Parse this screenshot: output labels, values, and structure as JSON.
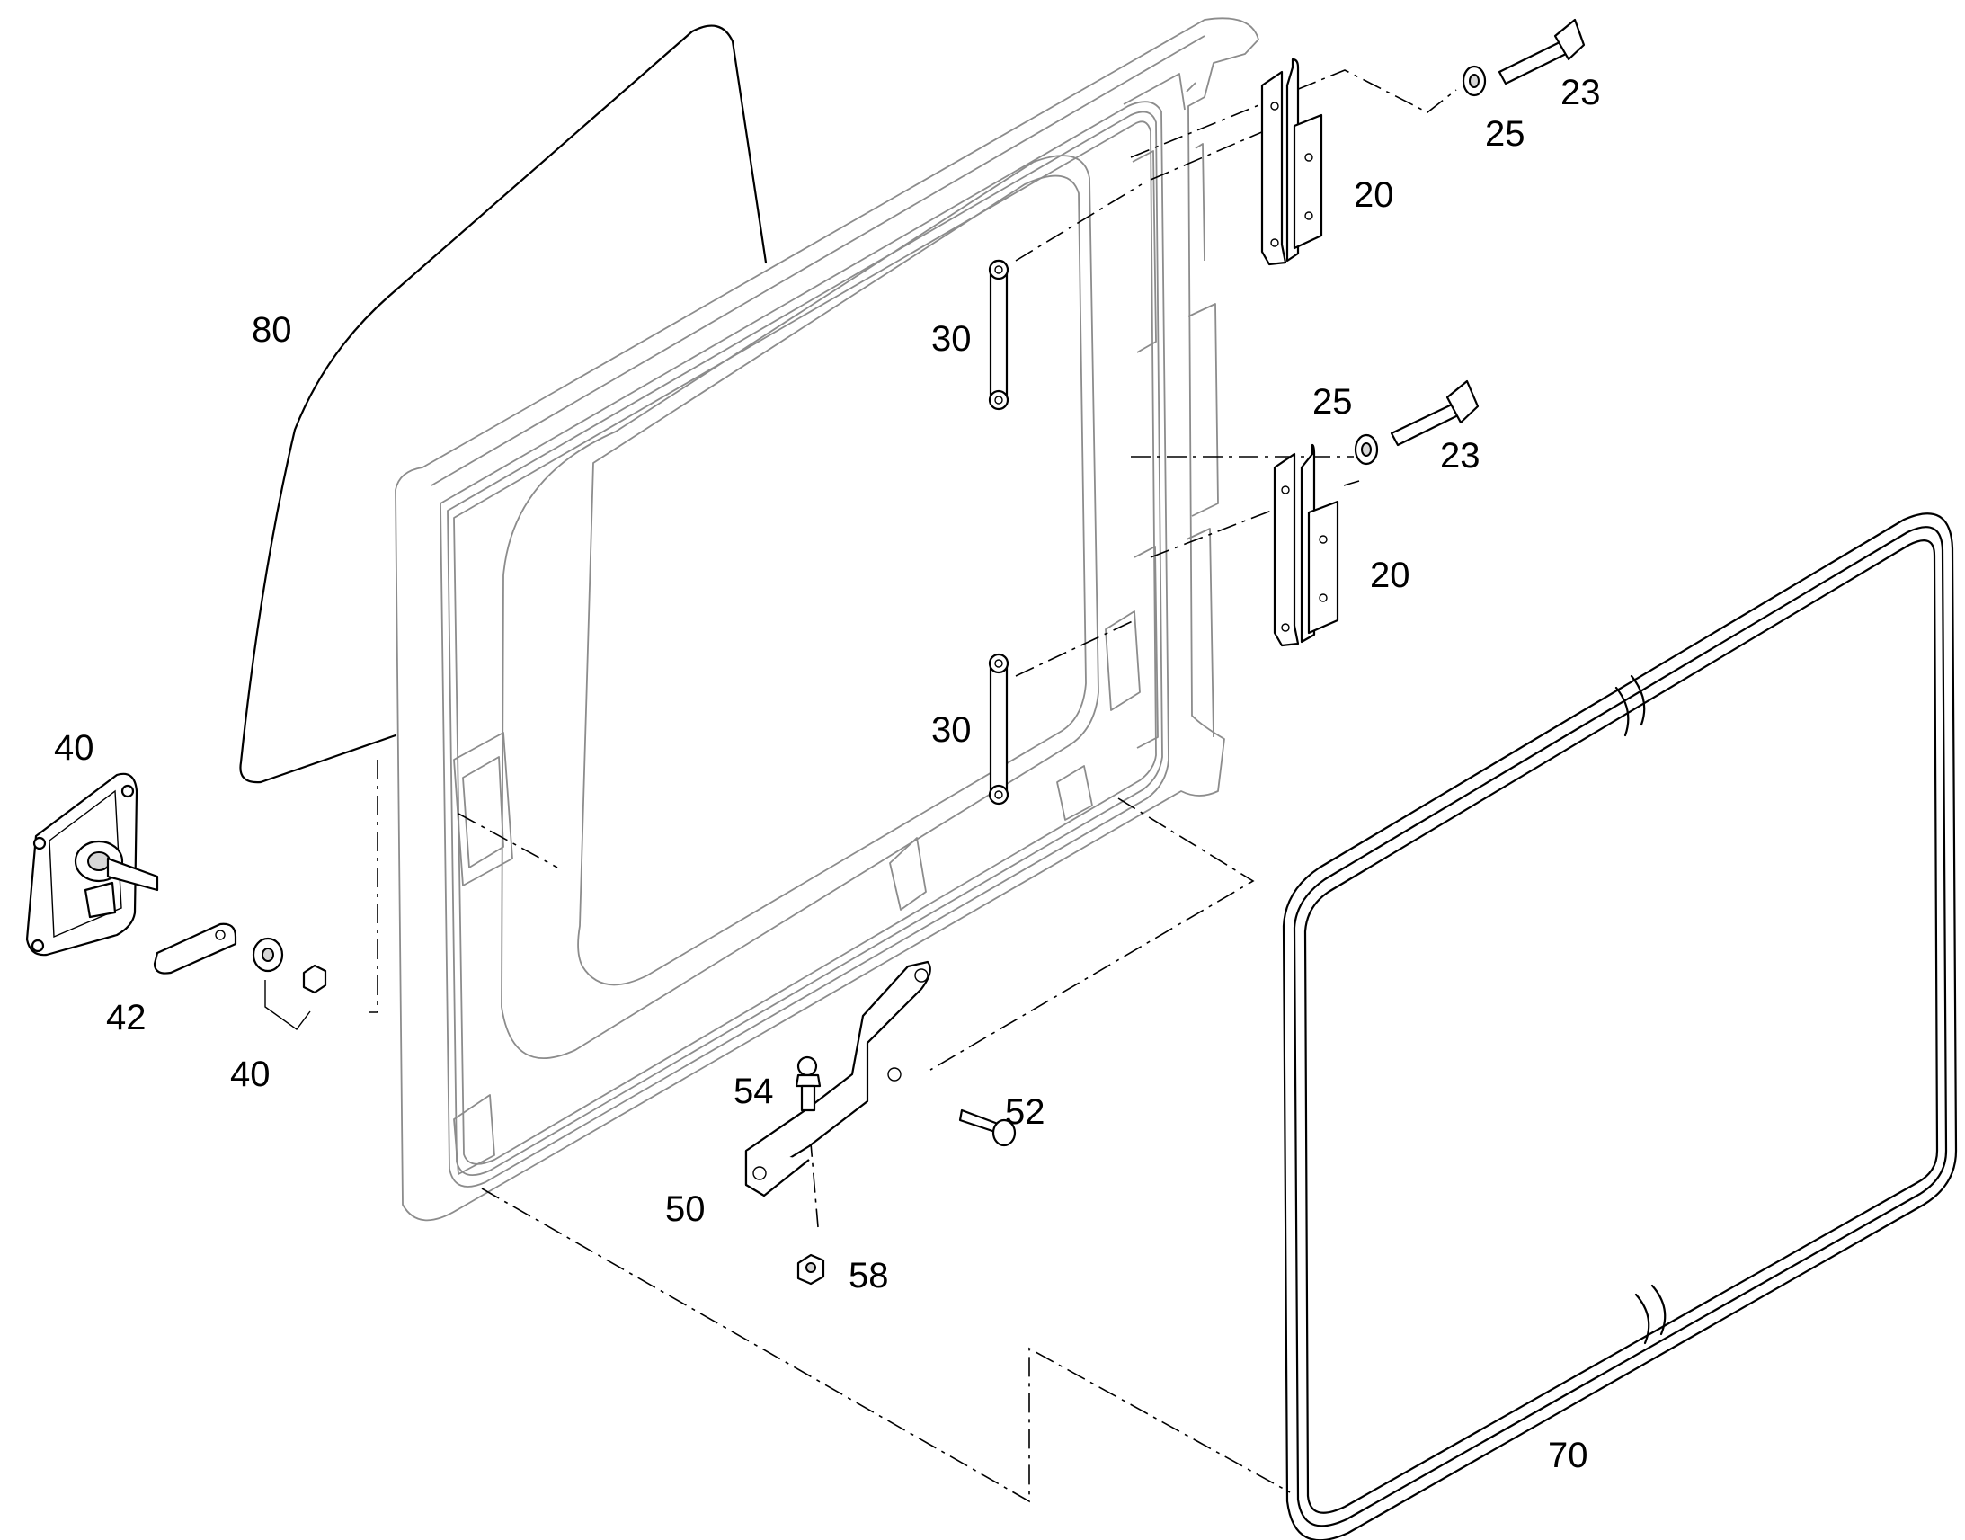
{
  "labels": {
    "glass_80": "80",
    "lamp_40_top": "40",
    "plate_42": "42",
    "nut_washer_40": "40",
    "link_30_upper": "30",
    "link_30_lower": "30",
    "hinge_20_upper": "20",
    "hinge_20_lower": "20",
    "washer_25_upper": "25",
    "washer_25_lower": "25",
    "bolt_23_upper": "23",
    "bolt_23_lower": "23",
    "ball_stud_54": "54",
    "bracket_50": "50",
    "screw_52": "52",
    "nut_58": "58",
    "seal_70": "70"
  }
}
